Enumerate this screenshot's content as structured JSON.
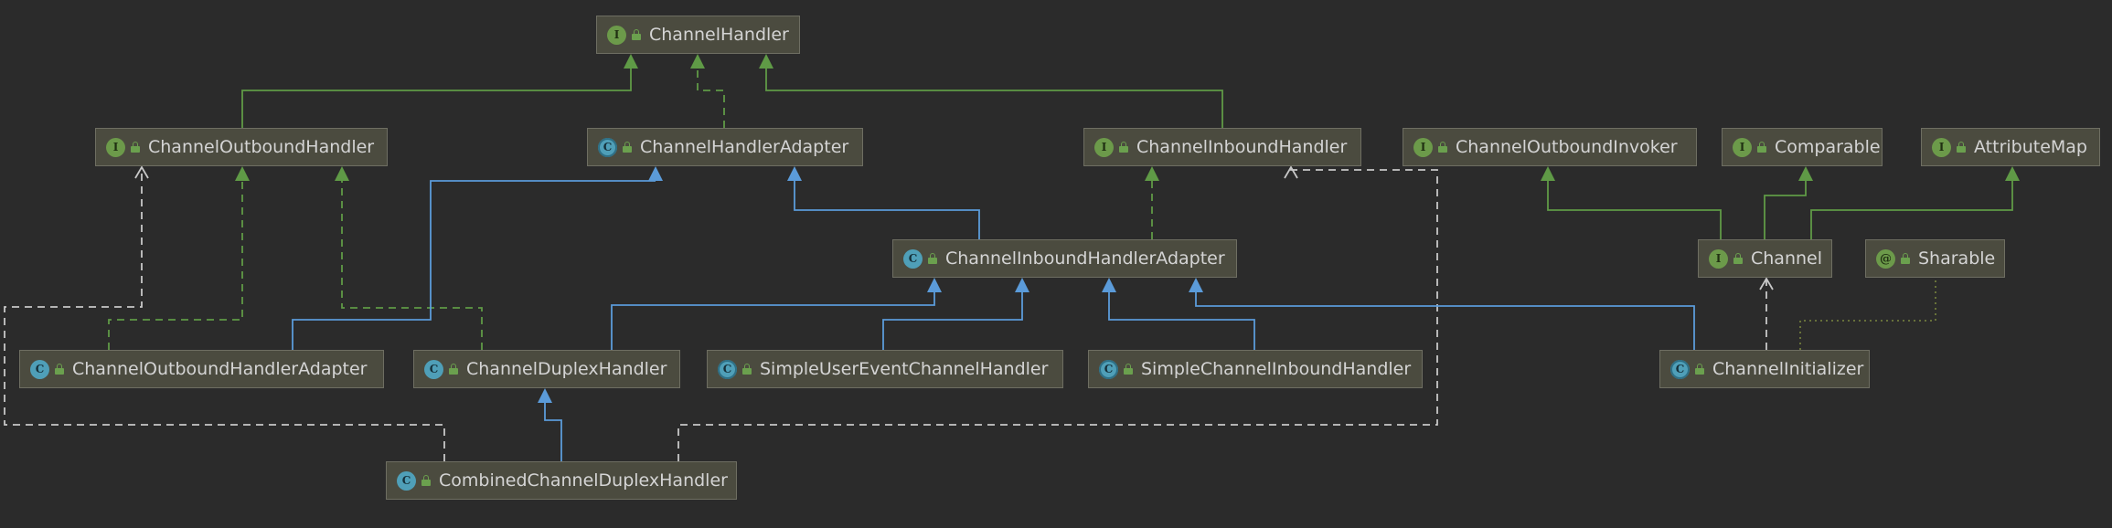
{
  "diagram": {
    "nodes": [
      {
        "id": "ChannelHandler",
        "label": "ChannelHandler",
        "kind": "interface",
        "badge": "I"
      },
      {
        "id": "ChannelOutboundHandler",
        "label": "ChannelOutboundHandler",
        "kind": "interface",
        "badge": "I"
      },
      {
        "id": "ChannelHandlerAdapter",
        "label": "ChannelHandlerAdapter",
        "kind": "abstract",
        "badge": "C"
      },
      {
        "id": "ChannelInboundHandler",
        "label": "ChannelInboundHandler",
        "kind": "interface",
        "badge": "I"
      },
      {
        "id": "ChannelOutboundInvoker",
        "label": "ChannelOutboundInvoker",
        "kind": "interface",
        "badge": "I"
      },
      {
        "id": "Comparable",
        "label": "Comparable",
        "kind": "interface",
        "badge": "I"
      },
      {
        "id": "AttributeMap",
        "label": "AttributeMap",
        "kind": "interface",
        "badge": "I"
      },
      {
        "id": "ChannelInboundHandlerAdapter",
        "label": "ChannelInboundHandlerAdapter",
        "kind": "class",
        "badge": "C"
      },
      {
        "id": "Channel",
        "label": "Channel",
        "kind": "interface",
        "badge": "I"
      },
      {
        "id": "Sharable",
        "label": "Sharable",
        "kind": "annotation",
        "badge": "@"
      },
      {
        "id": "ChannelOutboundHandlerAdapter",
        "label": "ChannelOutboundHandlerAdapter",
        "kind": "class",
        "badge": "C"
      },
      {
        "id": "ChannelDuplexHandler",
        "label": "ChannelDuplexHandler",
        "kind": "class",
        "badge": "C"
      },
      {
        "id": "SimpleUserEventChannelHandler",
        "label": "SimpleUserEventChannelHandler",
        "kind": "abstract",
        "badge": "C"
      },
      {
        "id": "SimpleChannelInboundHandler",
        "label": "SimpleChannelInboundHandler",
        "kind": "abstract",
        "badge": "C"
      },
      {
        "id": "ChannelInitializer",
        "label": "ChannelInitializer",
        "kind": "abstract",
        "badge": "C"
      },
      {
        "id": "CombinedChannelDuplexHandler",
        "label": "CombinedChannelDuplexHandler",
        "kind": "class",
        "badge": "C"
      }
    ],
    "edges": [
      {
        "from": "ChannelOutboundHandler",
        "to": "ChannelHandler",
        "type": "interface-extends"
      },
      {
        "from": "ChannelHandlerAdapter",
        "to": "ChannelHandler",
        "type": "implements"
      },
      {
        "from": "ChannelInboundHandler",
        "to": "ChannelHandler",
        "type": "interface-extends"
      },
      {
        "from": "ChannelOutboundHandlerAdapter",
        "to": "ChannelOutboundHandler",
        "type": "implements"
      },
      {
        "from": "ChannelOutboundHandlerAdapter",
        "to": "ChannelHandlerAdapter",
        "type": "extends"
      },
      {
        "from": "ChannelDuplexHandler",
        "to": "ChannelOutboundHandler",
        "type": "implements"
      },
      {
        "from": "ChannelDuplexHandler",
        "to": "ChannelInboundHandlerAdapter",
        "type": "extends"
      },
      {
        "from": "ChannelInboundHandlerAdapter",
        "to": "ChannelHandlerAdapter",
        "type": "extends"
      },
      {
        "from": "ChannelInboundHandlerAdapter",
        "to": "ChannelInboundHandler",
        "type": "implements"
      },
      {
        "from": "SimpleUserEventChannelHandler",
        "to": "ChannelInboundHandlerAdapter",
        "type": "extends"
      },
      {
        "from": "SimpleChannelInboundHandler",
        "to": "ChannelInboundHandlerAdapter",
        "type": "extends"
      },
      {
        "from": "ChannelInitializer",
        "to": "ChannelInboundHandlerAdapter",
        "type": "extends"
      },
      {
        "from": "ChannelInitializer",
        "to": "Channel",
        "type": "uses"
      },
      {
        "from": "ChannelInitializer",
        "to": "Sharable",
        "type": "annotated"
      },
      {
        "from": "Channel",
        "to": "ChannelOutboundInvoker",
        "type": "interface-extends"
      },
      {
        "from": "Channel",
        "to": "Comparable",
        "type": "interface-extends"
      },
      {
        "from": "Channel",
        "to": "AttributeMap",
        "type": "interface-extends"
      },
      {
        "from": "CombinedChannelDuplexHandler",
        "to": "ChannelDuplexHandler",
        "type": "extends"
      },
      {
        "from": "CombinedChannelDuplexHandler",
        "to": "ChannelOutboundHandler",
        "type": "uses"
      },
      {
        "from": "CombinedChannelDuplexHandler",
        "to": "ChannelInboundHandler",
        "type": "uses"
      }
    ],
    "colors": {
      "background": "#2b2b2b",
      "node_fill": "#4b4b3f",
      "node_border": "#6e6e62",
      "interface_edge": "#5f9a46",
      "class_edge": "#5b9bd9",
      "uses_edge": "#c8c8c8",
      "annotation_edge": "#6f7a3c"
    }
  }
}
